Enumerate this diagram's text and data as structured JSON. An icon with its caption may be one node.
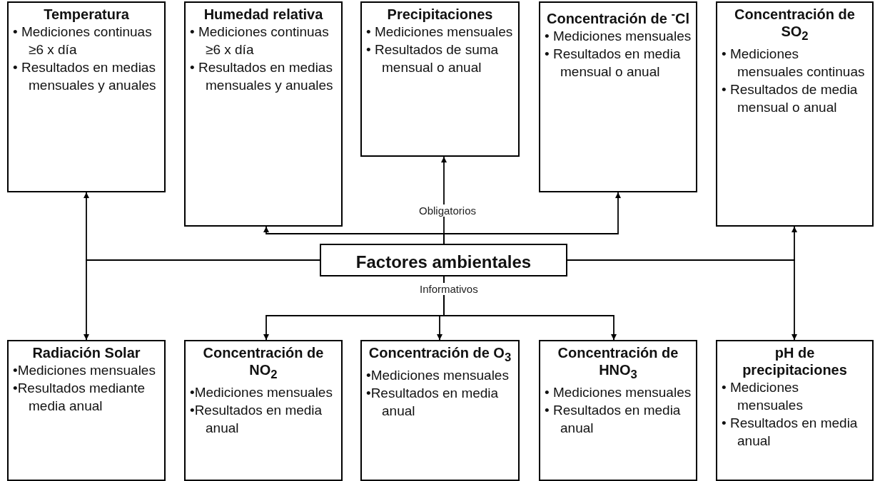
{
  "diagram": {
    "nodes": [
      {
        "text": [
          "Temperatura",
          "• Mediciones continuas ≥6 x día",
          "• Resultados en medias mensuales y anuales"
        ]
      },
      {
        "text": [
          "Humedad relativa",
          "• Mediciones continuas ≥6 x día",
          "• Resultados en medias mensuales y anuales"
        ]
      },
      {
        "text": [
          "Precipitaciones",
          "• Mediciones mensuales",
          "• Resultados de suma mensual o anual"
        ]
      },
      {
        "text": [
          "Concentración de $^{-}$Cl",
          "• Mediciones mensuales",
          "• Resultados en media mensual o anual"
        ]
      },
      {
        "text": [
          "Concentración de SO$_{2}$",
          "• Mediciones mensuales continuas",
          "• Resultados de media mensual o anual"
        ]
      },
      {
        "text": [
          "Factores ambientales"
        ]
      },
      {
        "text": [
          "Radiación Solar",
          "•Mediciones mensuales",
          "•Resultados mediante media anual"
        ]
      },
      {
        "text": [
          "Concentración de NO$_{2}$",
          "•Mediciones mensuales",
          "•Resultados en media anual"
        ]
      },
      {
        "text": [
          "Concentración de O$_{3}$",
          "•Mediciones mensuales",
          "•Resultados en media anual"
        ]
      },
      {
        "text": [
          "Concentración de HNO$_{3}$",
          "• Mediciones mensuales",
          "• Resultados en media anual"
        ]
      },
      {
        "text": [
          "pH de precipitaciones",
          "• Mediciones mensuales",
          "• Resultados en media anual"
        ]
      }
    ],
    "edges": [
      {
        "from": 5,
        "to": 0,
        "arrow": "to"
      },
      {
        "from": 5,
        "to": 6,
        "arrow": "to"
      },
      {
        "from": 5,
        "to": 4,
        "arrow": "to"
      },
      {
        "from": 5,
        "to": 10,
        "arrow": "to"
      },
      {
        "from": 5,
        "to": 2,
        "arrow": "to"
      },
      {
        "from": 5,
        "to": 1,
        "arrow": "to"
      },
      {
        "from": 5,
        "to": 3,
        "arrow": "to"
      },
      {
        "from": 5,
        "to": 7,
        "arrow": "to"
      },
      {
        "from": 5,
        "to": 8,
        "arrow": "to"
      },
      {
        "from": 5,
        "to": 9,
        "arrow": "to"
      }
    ],
    "labels": [
      "Obligatorios",
      "Informativos"
    ]
  }
}
